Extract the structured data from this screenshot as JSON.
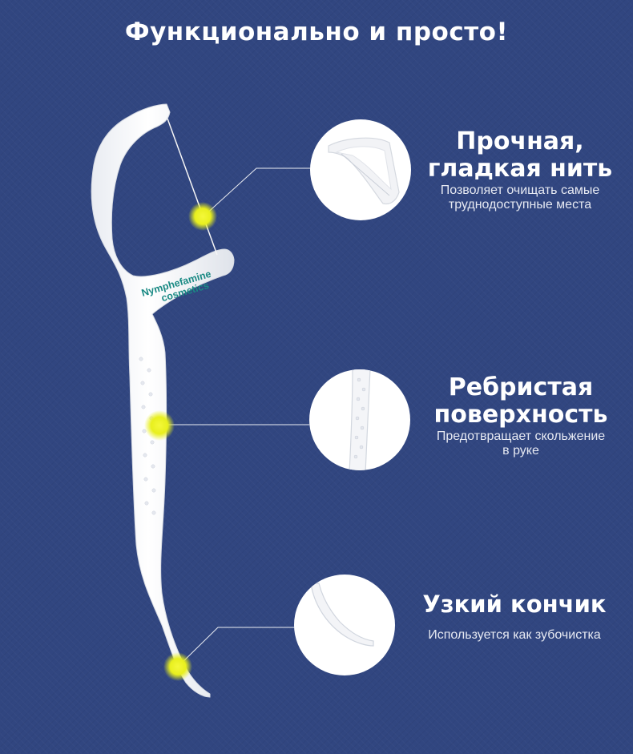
{
  "headline": "Функционально и просто!",
  "brand": {
    "line1": "Nymphefamine",
    "line2": "cosmetics",
    "color": "#1a8a84"
  },
  "colors": {
    "background": "#314680",
    "product": "#ffffff",
    "highlight": "#e8ef1e",
    "brand_text": "#1a8a84"
  },
  "features": [
    {
      "title_line1": "Прочная,",
      "title_line2": "гладкая нить",
      "desc_line1": "Позволяет очищать самые",
      "desc_line2": "труднодоступные места",
      "zoom_icon": "floss-thread-closeup"
    },
    {
      "title_line1": "Ребристая",
      "title_line2": "поверхность",
      "desc_line1": "Предотвращает скольжение",
      "desc_line2": "в руке",
      "zoom_icon": "ribbed-handle-closeup"
    },
    {
      "title_line1": "Узкий кончик",
      "desc_line1": "Используется как зубочистка",
      "zoom_icon": "pick-tip-closeup"
    }
  ]
}
